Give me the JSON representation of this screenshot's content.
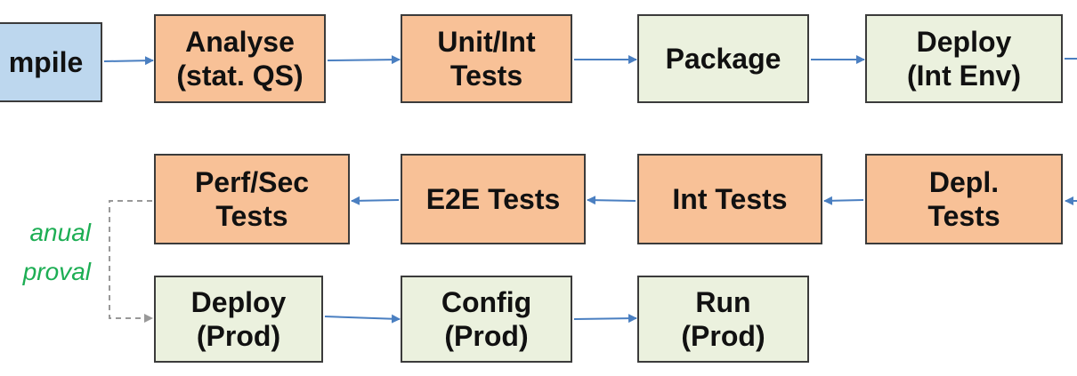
{
  "colors": {
    "build": "#bdd7ee",
    "test": "#f8c197",
    "deploy": "#ebf1de",
    "arrow": "#4a7fc1",
    "manual_link": "#999999",
    "note": "#1dae54"
  },
  "nodes": {
    "compile": {
      "label": "mpile",
      "kind": "build"
    },
    "analyse": {
      "label": "Analyse\n(stat. QS)",
      "kind": "test"
    },
    "unit_int_tests": {
      "label": "Unit/Int\nTests",
      "kind": "test"
    },
    "package": {
      "label": "Package",
      "kind": "deploy"
    },
    "deploy_int_env": {
      "label": "Deploy\n(Int Env)",
      "kind": "deploy"
    },
    "depl_tests": {
      "label": "Depl.\nTests",
      "kind": "test"
    },
    "int_tests": {
      "label": "Int Tests",
      "kind": "test"
    },
    "e2e_tests": {
      "label": "E2E Tests",
      "kind": "test"
    },
    "perf_sec_tests": {
      "label": "Perf/Sec\nTests",
      "kind": "test"
    },
    "deploy_prod": {
      "label": "Deploy\n(Prod)",
      "kind": "deploy"
    },
    "config_prod": {
      "label": "Config\n(Prod)",
      "kind": "deploy"
    },
    "run_prod": {
      "label": "Run\n(Prod)",
      "kind": "deploy"
    }
  },
  "edges": [
    {
      "from": "compile",
      "to": "analyse"
    },
    {
      "from": "analyse",
      "to": "unit_int_tests"
    },
    {
      "from": "unit_int_tests",
      "to": "package"
    },
    {
      "from": "package",
      "to": "deploy_int_env"
    },
    {
      "from": "deploy_int_env",
      "to": "offscreen"
    },
    {
      "from": "offscreen",
      "to": "depl_tests"
    },
    {
      "from": "depl_tests",
      "to": "int_tests"
    },
    {
      "from": "int_tests",
      "to": "e2e_tests"
    },
    {
      "from": "e2e_tests",
      "to": "perf_sec_tests"
    },
    {
      "from": "perf_sec_tests",
      "to": "deploy_prod",
      "style": "dashed"
    },
    {
      "from": "deploy_prod",
      "to": "config_prod"
    },
    {
      "from": "config_prod",
      "to": "run_prod"
    }
  ],
  "annotation": {
    "line1": "anual",
    "line2": "proval"
  }
}
